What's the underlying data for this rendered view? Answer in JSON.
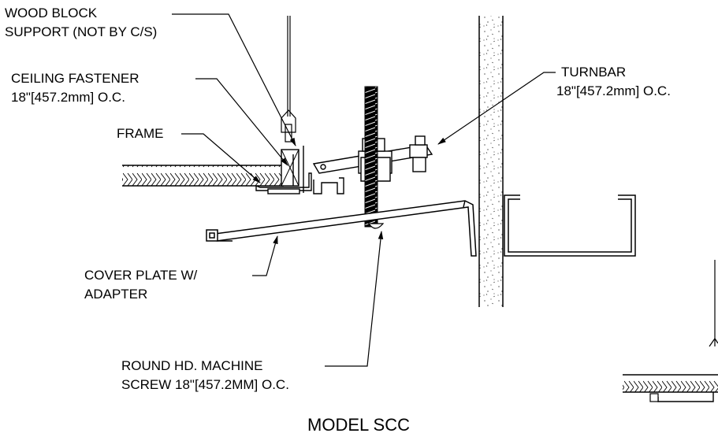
{
  "labels": {
    "wood_block_1": "WOOD BLOCK",
    "wood_block_2": "SUPPORT (NOT BY C/S)",
    "ceiling_fastener_1": "CEILING FASTENER",
    "ceiling_fastener_2": "18\"[457.2mm] O.C.",
    "frame": "FRAME",
    "turnbar_1": "TURNBAR",
    "turnbar_2": "18\"[457.2mm] O.C.",
    "cover_plate_1": "COVER PLATE W/",
    "cover_plate_2": "ADAPTER",
    "machine_screw_1": "ROUND HD. MACHINE",
    "machine_screw_2": "SCREW 18\"[457.2MM] O.C."
  },
  "title": "MODEL SCC",
  "colors": {
    "line": "#000000",
    "background": "#ffffff"
  }
}
